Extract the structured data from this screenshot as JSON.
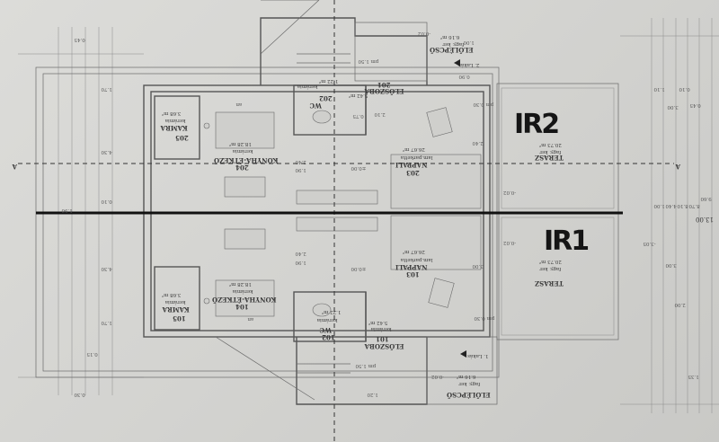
{
  "section_marker": "A",
  "unit2": {
    "label": "2. Lakás",
    "handwritten": "IR2",
    "rooms": {
      "eloszoba": {
        "num": "201",
        "name": "ELŐSZOBA",
        "finish": "kerámia",
        "area": "5.42 m²"
      },
      "wc": {
        "num": "202",
        "name": "WC",
        "finish": "kerámia",
        "area": "1.22 m²"
      },
      "nappali": {
        "num": "203",
        "name": "NAPPALI",
        "finish": "lam.parketta",
        "area": "26.67 m²"
      },
      "konyha": {
        "num": "204",
        "name": "KONYHA-ÉTKEZŐ",
        "finish": "kerámia",
        "area": "18.28 m²"
      },
      "kamra": {
        "num": "205",
        "name": "KAMRA",
        "finish": "kerámia",
        "area": "3.68 m²"
      },
      "terasz": {
        "name": "TERASZ",
        "finish": "fagy. ker",
        "area": "20.73 m²"
      },
      "elolepcso": {
        "name": "ELŐLÉPCSŐ",
        "finish": "fagy. ker",
        "area": "6.16 m²"
      }
    }
  },
  "unit1": {
    "label": "1. Lakás",
    "handwritten": "IR1",
    "rooms": {
      "eloszoba": {
        "num": "101",
        "name": "ELŐSZOBA",
        "finish": "kerámia",
        "area": "5.42 m²"
      },
      "wc": {
        "num": "102",
        "name": "WC",
        "finish": "kerámia",
        "area": "1.22 m²"
      },
      "nappali": {
        "num": "103",
        "name": "NAPPALI",
        "finish": "lam.parketta",
        "area": "26.67 m²"
      },
      "konyha": {
        "num": "104",
        "name": "KONYHA-ÉTKEZŐ",
        "finish": "kerámia",
        "area": "18.28 m²"
      },
      "kamra": {
        "num": "105",
        "name": "KAMRA",
        "finish": "kerámia",
        "area": "3.68 m²"
      },
      "terasz": {
        "name": "TERASZ",
        "finish": "fagy. ker",
        "area": "20.73 m²"
      },
      "elolepcso": {
        "name": "ELŐLÉPCSŐ",
        "finish": "fagy. ker",
        "area": "6.16 m²"
      }
    }
  },
  "levels": {
    "floor": "±0.00",
    "terrace": "-0.02",
    "ground": "-3.05",
    "parapet_030": "pm 0.30",
    "parapet_150": "pm 1.50",
    "kitchen_rm": "an"
  },
  "openings": [
    "2.40",
    "1.90",
    "3.00",
    "2.10",
    "0.90",
    "1.00",
    "0.75",
    "1.20"
  ],
  "dimensions_right": [
    "1.10",
    "3.00",
    "0.10",
    "0.45",
    "1.00",
    "4.40",
    "8.10",
    "8.70",
    "9.60",
    "13.00",
    "1.35",
    "2.00"
  ],
  "dimensions_left": [
    "0.45",
    "1.70",
    "4.30",
    "0.10",
    "1.90",
    "0.15",
    "0.30"
  ]
}
